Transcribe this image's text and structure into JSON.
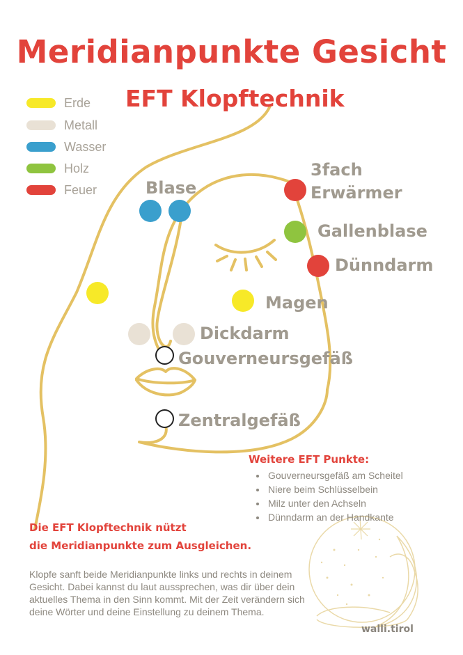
{
  "title": "Meridianpunkte Gesicht",
  "subtitle": "EFT Klopftechnik",
  "legend": [
    {
      "label": "Erde",
      "color": "#f7e928"
    },
    {
      "label": "Metall",
      "color": "#e9e1d5"
    },
    {
      "label": "Wasser",
      "color": "#3a9fcd"
    },
    {
      "label": "Holz",
      "color": "#8fc43f"
    },
    {
      "label": "Feuer",
      "color": "#e2433b"
    }
  ],
  "points": {
    "blase": "Blase",
    "erwaermer_line1": "3fach",
    "erwaermer_line2": "Erwärmer",
    "gallenblase": "Gallenblase",
    "duenndarm": "Dünndarm",
    "magen": "Magen",
    "dickdarm": "Dickdarm",
    "gouverneursgefaess": "Gouverneursgefäß",
    "zentralgefaess": "Zentralgefäß"
  },
  "more_points": {
    "heading": "Weitere EFT Punkte:",
    "items": [
      "Gouverneursgefäß am Scheitel",
      "Niere beim Schlüsselbein",
      "Milz unter den Achseln",
      "Dünndarm an der Handkante"
    ]
  },
  "intro": {
    "line1": "Die EFT Klopftechnik nützt",
    "line2": "die Meridianpunkte zum Ausgleichen."
  },
  "body": "Klopfe sanft beide Meridianpunkte links und rechts in deinem Gesicht. Dabei kannst du laut aussprechen, was dir über dein aktuelles Thema in den Sinn kommt. Mit der Zeit verändern sich deine Wörter und deine Einstellung zu deinem Thema.",
  "brand": "walli.tirol",
  "colors": {
    "accent_red": "#e2433b",
    "line_gold": "#e4c163",
    "label_gray": "#a09a8f"
  }
}
